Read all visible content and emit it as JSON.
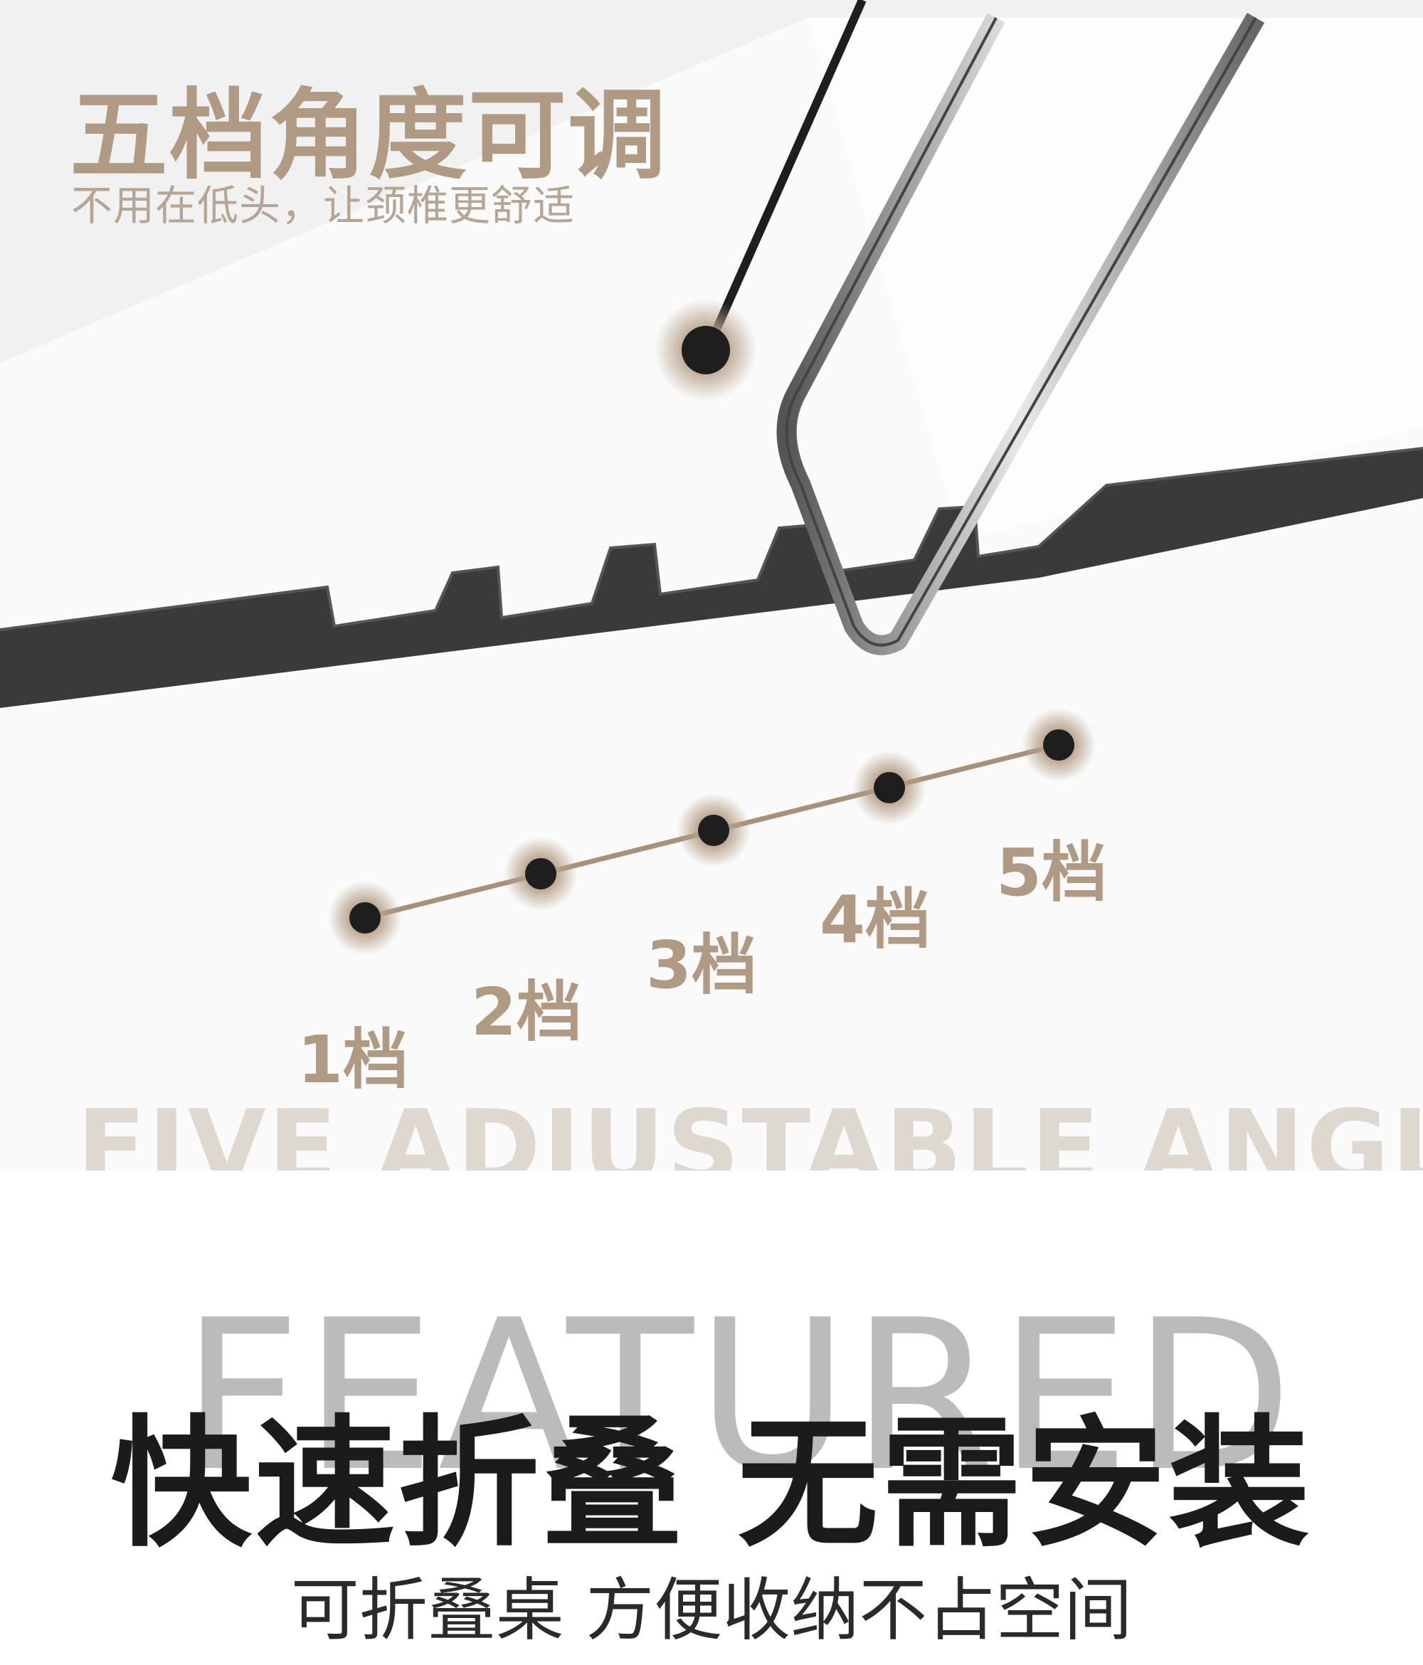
{
  "feature": {
    "title": "五档角度可调",
    "subtitle": "不用在低头，让颈椎更舒适",
    "english_watermark": "FIVE ADJUSTABLE ANGLES",
    "gears": [
      "1档",
      "2档",
      "3档",
      "4档",
      "5档"
    ]
  },
  "section": {
    "background_word": "FEATURED",
    "title": "快速折叠 无需安装",
    "subtitle": "可折叠桌 方便收纳不占空间"
  },
  "colors": {
    "accent": "#b09a83",
    "dark": "#1b1b1b",
    "bar": "#3a3a3a"
  }
}
